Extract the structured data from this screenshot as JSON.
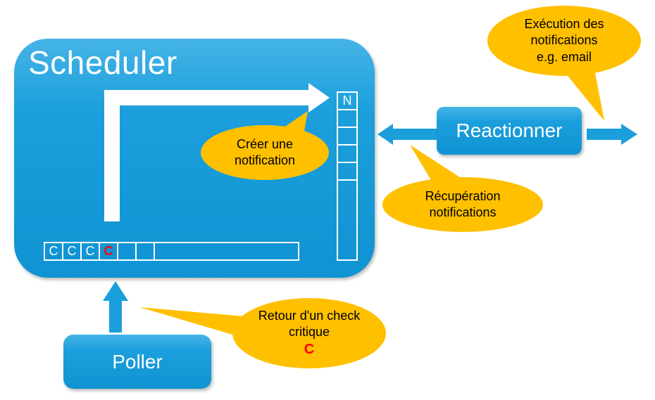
{
  "colors": {
    "blue": "#189DDA",
    "orange": "#FFC000",
    "critical_red": "#FF0000",
    "white": "#FFFFFF"
  },
  "scheduler": {
    "title": "Scheduler",
    "notification_queue": {
      "cells": [
        "N",
        "",
        "",
        "",
        ""
      ]
    },
    "check_row": {
      "cells": [
        "C",
        "C",
        "C",
        "C",
        "",
        ""
      ]
    }
  },
  "reactionner": {
    "label": "Reactionner"
  },
  "poller": {
    "label": "Poller"
  },
  "bubbles": {
    "creer": {
      "text": "Créer une notification"
    },
    "execution": {
      "line1": "Exécution des notifications",
      "line2": "e.g.  email"
    },
    "recuperation": {
      "text": "Récupération notifications"
    },
    "retour": {
      "text": "Retour d'un check critique",
      "symbol": "C"
    }
  }
}
